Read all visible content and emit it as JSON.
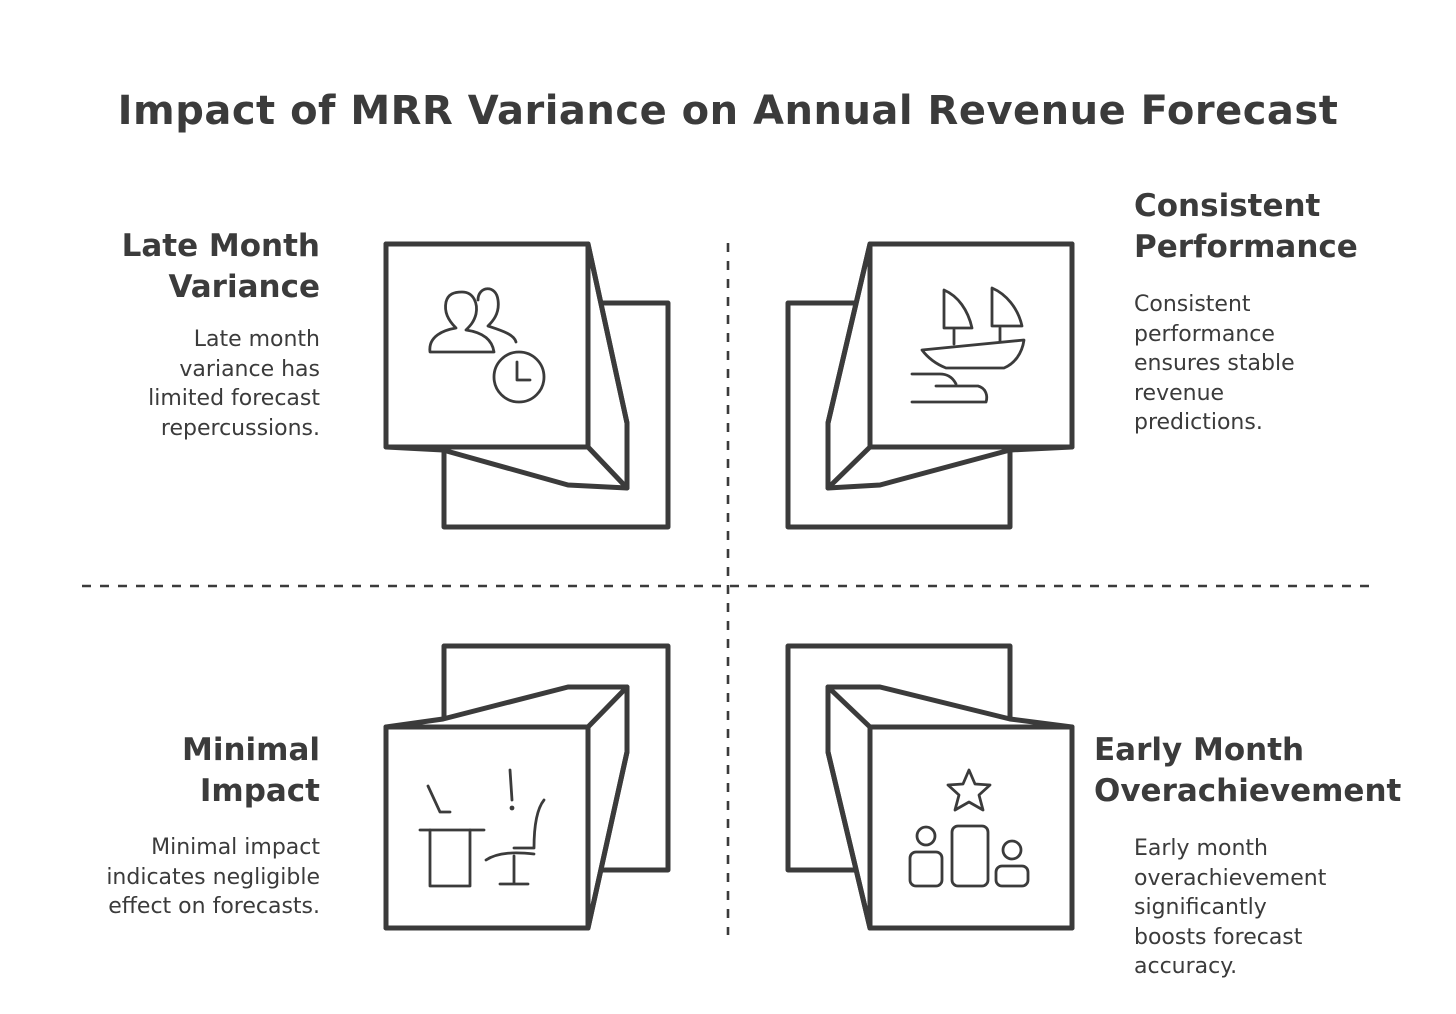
{
  "title": "Impact of MRR Variance on Annual Revenue Forecast",
  "quadrants": {
    "top_left": {
      "title_line1": "Late Month",
      "title_line2": "Variance",
      "desc_lines": [
        "Late month",
        "variance has",
        "limited forecast",
        "repercussions."
      ],
      "icon": "users-clock-icon"
    },
    "top_right": {
      "title_line1": "Consistent",
      "title_line2": "Performance",
      "desc_lines": [
        "Consistent",
        "performance",
        "ensures stable",
        "revenue",
        "predictions."
      ],
      "icon": "sailboats-icon"
    },
    "bottom_left": {
      "title_line1": "Minimal",
      "title_line2": "Impact",
      "desc_lines": [
        "Minimal impact",
        "indicates negligible",
        "effect on forecasts."
      ],
      "icon": "empty-desk-icon"
    },
    "bottom_right": {
      "title_line1": "Early Month",
      "title_line2": "Overachievement",
      "desc_lines": [
        "Early month",
        "overachievement",
        "significantly",
        "boosts forecast",
        "accuracy."
      ],
      "icon": "star-podium-icon"
    }
  },
  "colors": {
    "ink": "#3b3b3b",
    "background": "#ffffff"
  }
}
